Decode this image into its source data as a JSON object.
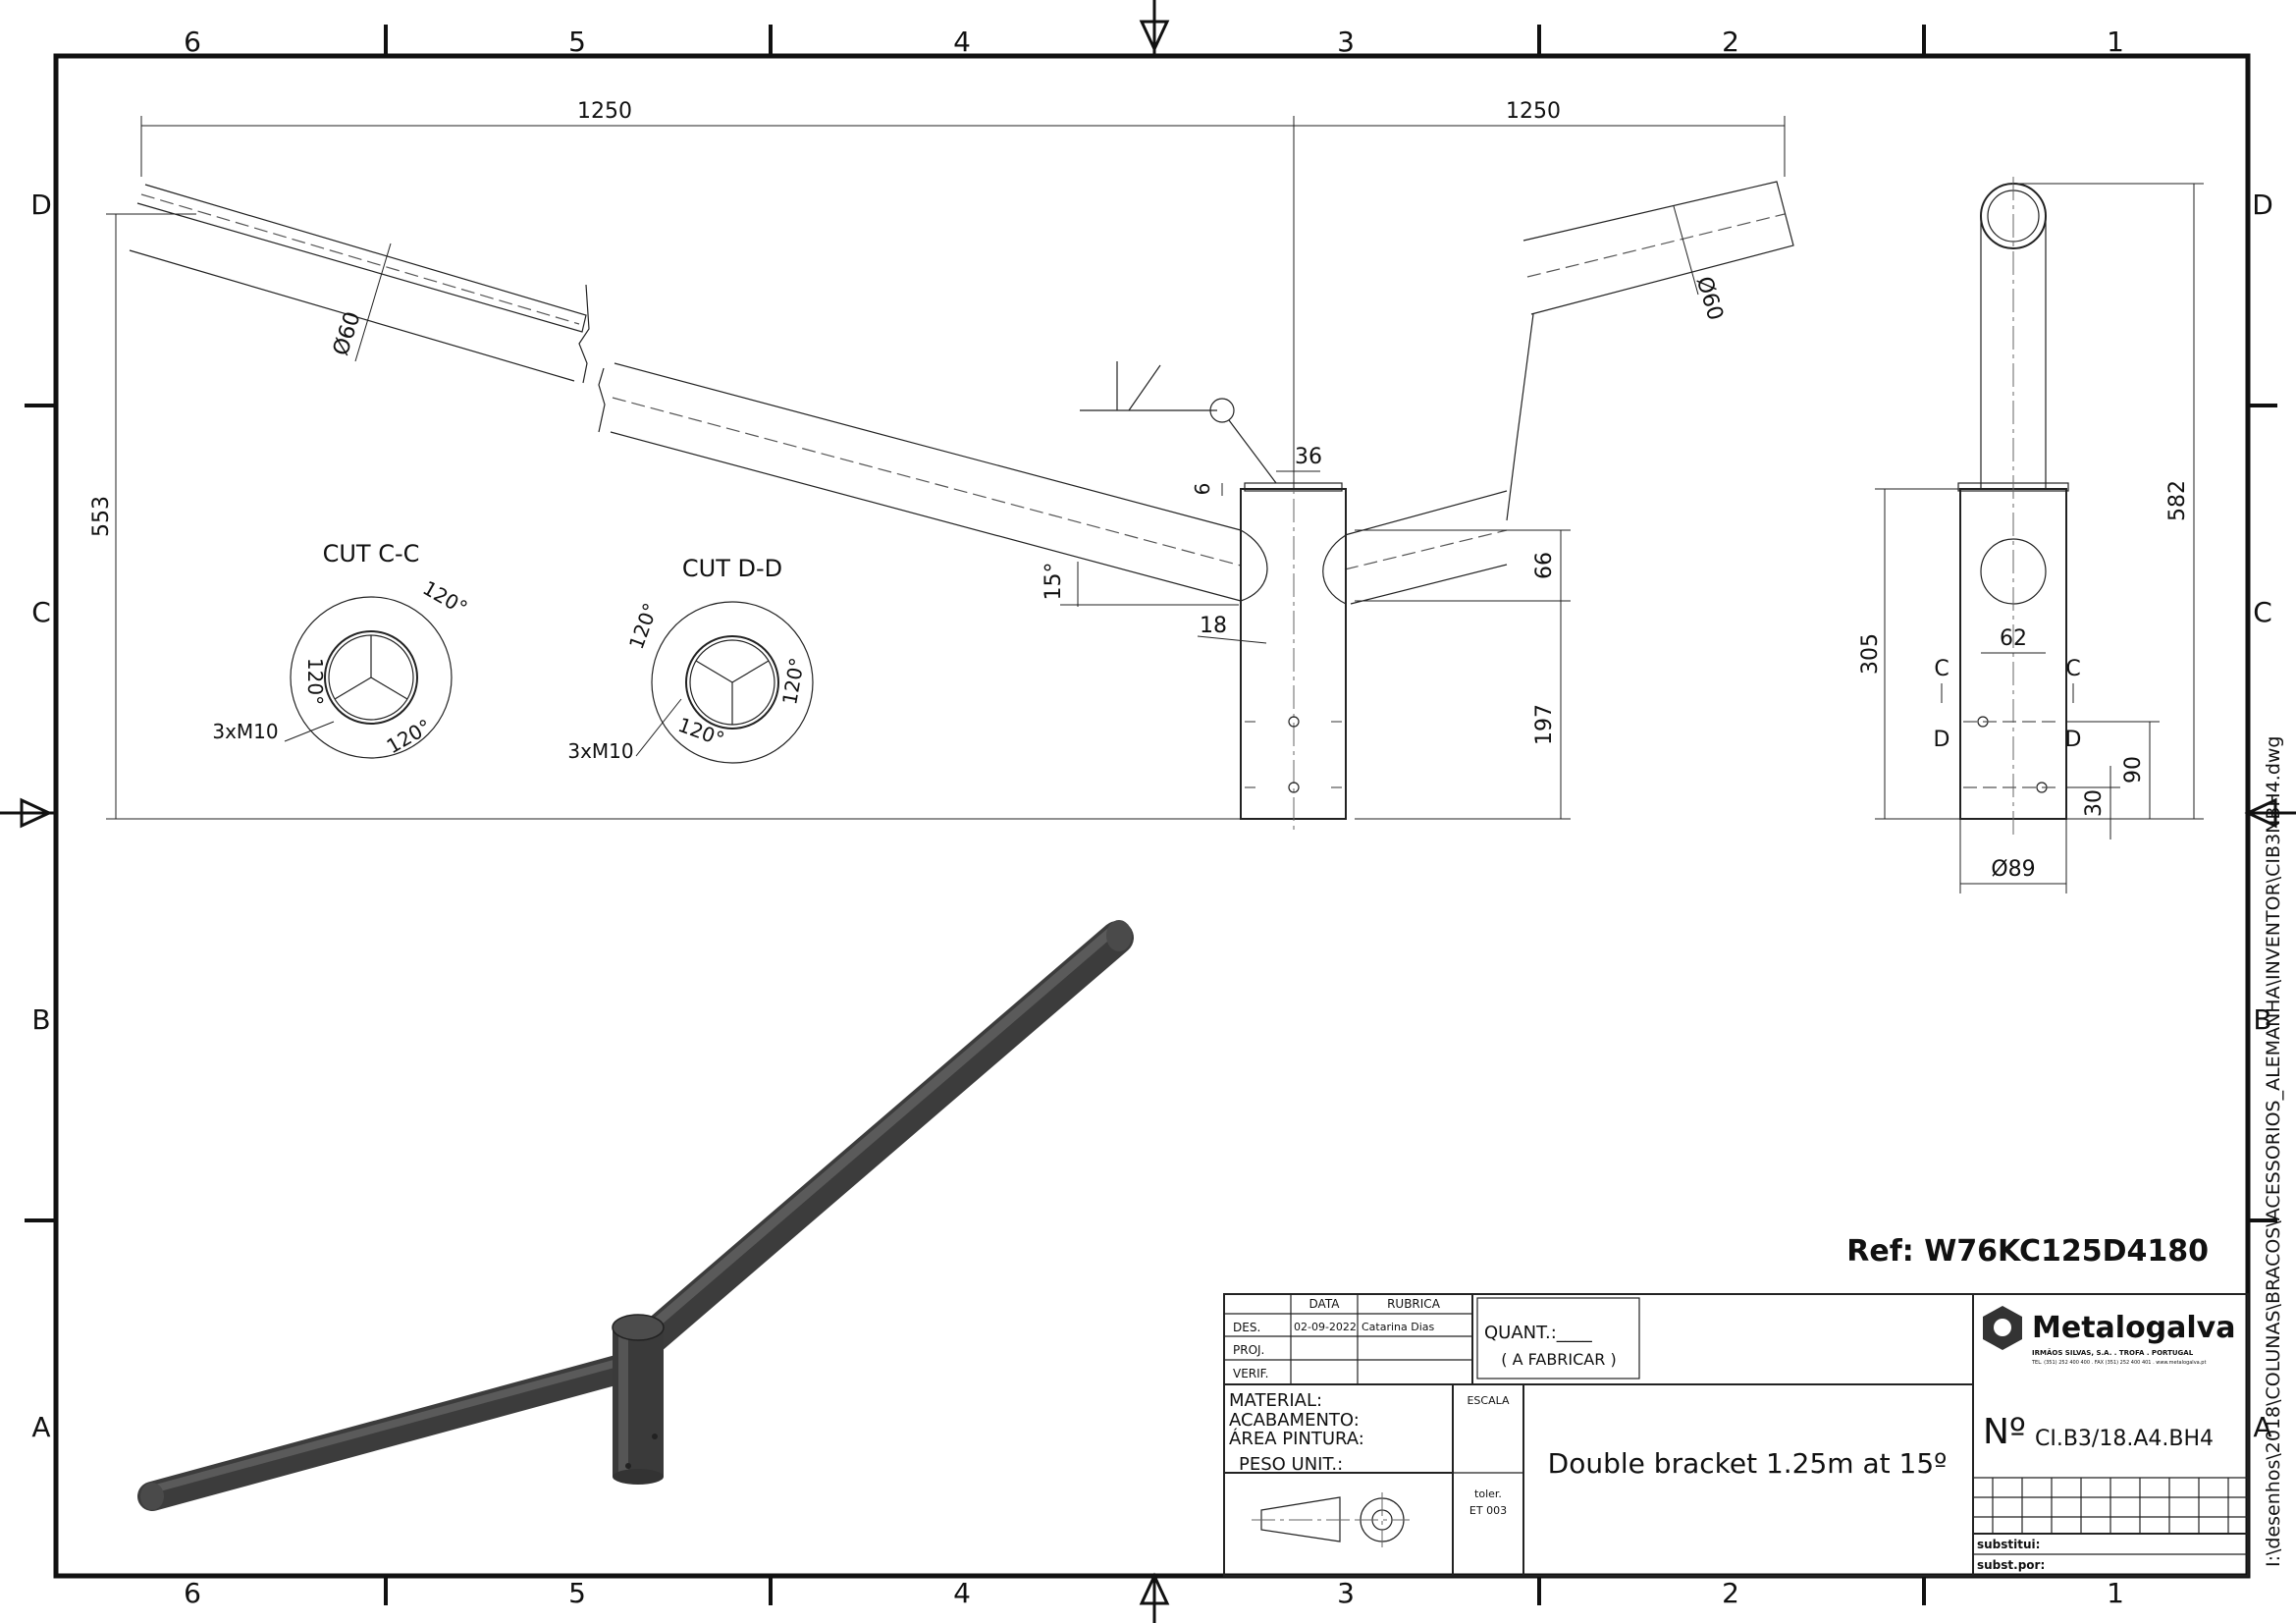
{
  "border": {
    "cols_top": [
      "6",
      "5",
      "4",
      "3",
      "2",
      "1"
    ],
    "cols_bottom": [
      "6",
      "5",
      "4",
      "3",
      "2",
      "1"
    ],
    "rows_left": [
      "D",
      "C",
      "B",
      "A"
    ],
    "rows_right": [
      "D",
      "C",
      "B",
      "A"
    ]
  },
  "file_path": "I:\\desenhos\\2018\\COLUNAS\\BRACOS\\ACESSORIOS_ALEMANHA\\INVENTOR\\CIB3NBH4.dwg",
  "dims": {
    "w_left": "1250",
    "w_right": "1250",
    "h_total": "553",
    "dia_left": "Ø60",
    "dia_right": "Ø60",
    "d36": "36",
    "d6": "6",
    "ang15": "15°",
    "d18": "18",
    "d66": "66",
    "d197": "197",
    "side_582": "582",
    "side_305": "305",
    "side_62": "62",
    "side_90": "90",
    "side_30": "30",
    "side_dia89": "Ø89",
    "sec_c": "C",
    "sec_d": "D"
  },
  "cuts": {
    "cc_title": "CUT C-C",
    "dd_title": "CUT D-D",
    "angle": "120°",
    "bolts": "3xM10"
  },
  "ref": "Ref: W76KC125D4180",
  "title_block": {
    "col_data": "DATA",
    "col_rubrica": "RUBRICA",
    "row_des": "DES.",
    "row_proj": "PROJ.",
    "row_verif": "VERIF.",
    "des_date": "02-09-2022",
    "des_name": "Catarina Dias",
    "quant": "QUANT.:____",
    "a_fabricar": "( A FABRICAR )",
    "material": "MATERIAL:",
    "acabamento": "ACABAMENTO:",
    "area_pintura": "ÁREA PINTURA:",
    "peso_unit": "PESO UNIT.:",
    "escala": "ESCALA",
    "toler": "toler.",
    "et": "ET 003",
    "title": "Double bracket 1.25m at 15º",
    "number_prefix": "Nº",
    "number": "CI.B3/18.A4.BH4",
    "substitui": "substitui:",
    "subst_por": "subst.por:",
    "company": "Metalogalva",
    "company_sub": "IRMÃOS SILVAS, S.A. . TROFA . PORTUGAL",
    "company_contact": "TEL. (351) 252 400 400 . FAX (351) 252 400 401 . www.metalogalva.pt"
  },
  "colors": {
    "ink": "#111111",
    "render": "#3c3c3c",
    "paper": "#ffffff"
  }
}
